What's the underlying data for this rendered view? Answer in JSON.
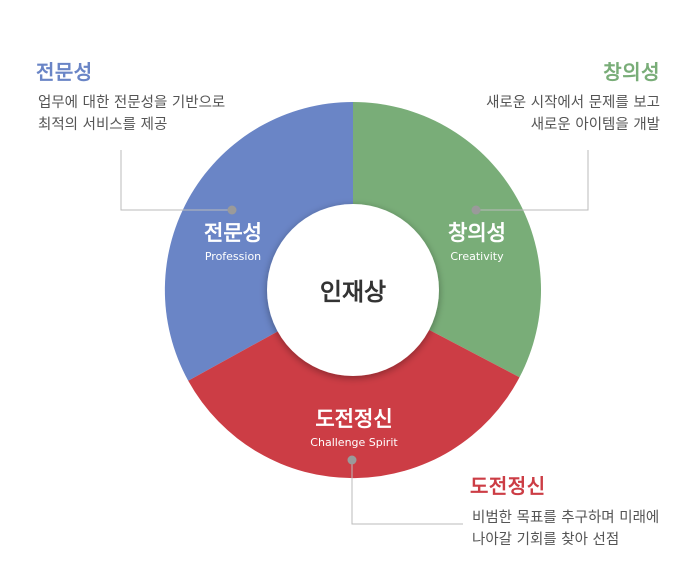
{
  "center": {
    "label": "인재상"
  },
  "segments": [
    {
      "id": "profession",
      "title": "전문성",
      "subtitle": "Profession",
      "color": "#6A85C6",
      "description": [
        "업무에 대한 전문성을 기반으로",
        "최적의 서비스를 제공"
      ]
    },
    {
      "id": "creativity",
      "title": "창의성",
      "subtitle": "Creativity",
      "color": "#79AD78",
      "description": [
        "새로운 시작에서 문제를 보고",
        "새로운 아이템을 개발"
      ]
    },
    {
      "id": "challenge",
      "title": "도전정신",
      "subtitle": "Challenge Spirit",
      "color": "#CC3D45",
      "description": [
        "비범한 목표를 추구하며 미래에",
        "나아갈 기회를 찾아 선점"
      ]
    }
  ],
  "colors": {
    "dot": "#9A9A9A",
    "connector": "#BBBBBB",
    "desc_text": "#555555",
    "center_text": "#333333"
  }
}
